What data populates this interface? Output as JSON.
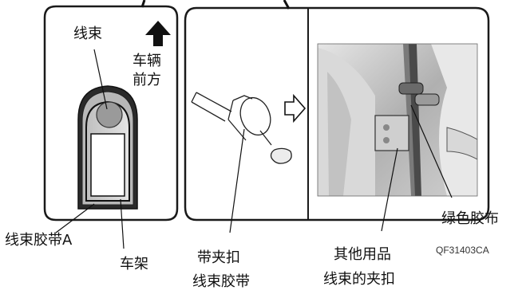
{
  "labels": {
    "harness": "线束",
    "vehicle_front_1": "车辆",
    "vehicle_front_2": "前方",
    "harness_tape_a": "线束胶带A",
    "frame": "车架",
    "clip_tape_1": "带夹扣",
    "clip_tape_2": "线束胶带",
    "other_clip_1": "其他用品",
    "other_clip_2": "线束的夹扣",
    "green_tape": "绿色胶布",
    "figure_code": "QF31403CA"
  },
  "icons": {
    "front_arrow": "up-arrow-icon",
    "step_arrow": "right-outline-arrow-icon"
  },
  "colors": {
    "panel_outline": "#1a1a1a",
    "frame_fill": "#d4d4d4",
    "harness_circle": "#9a9a9a",
    "photo_bg": "#bdbdbd"
  }
}
